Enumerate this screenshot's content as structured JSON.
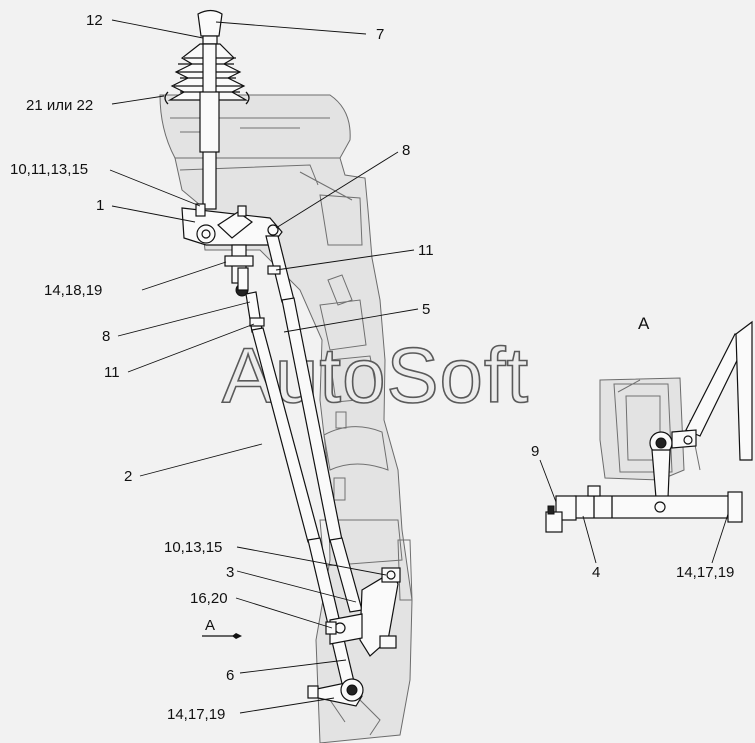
{
  "watermark": "AutoSoft",
  "view_label": "А",
  "view_arrow_label": "А",
  "callouts": {
    "c12": "12",
    "c7": "7",
    "c21": "21 или 22",
    "c8a": "8",
    "c10a": "10,11,13,15",
    "c1": "1",
    "c11a": "11",
    "c14a": "14,18,19",
    "c5": "5",
    "c8b": "8",
    "c11b": "11",
    "c2": "2",
    "c10b": "10,13,15",
    "c3": "3",
    "c16": "16,20",
    "c6": "6",
    "c14b": "14,17,19",
    "c9": "9",
    "c4": "4",
    "c14c": "14,17,19"
  }
}
